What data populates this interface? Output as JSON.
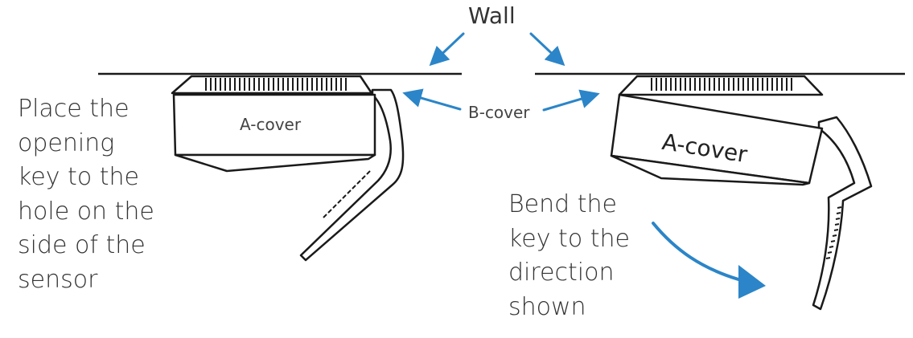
{
  "labels": {
    "wall": "Wall",
    "b_cover": "B-cover",
    "a_cover_left": "A-cover",
    "a_cover_right": "A-cover"
  },
  "instructions": {
    "left": [
      "Place the",
      "opening",
      "key to the",
      "hole on the",
      "side of the",
      "sensor"
    ],
    "right": [
      "Bend the",
      "key to the",
      "direction",
      "shown"
    ]
  },
  "colors": {
    "arrow": "#2b85c8",
    "line": "#1a1a1a",
    "text": "#333333"
  }
}
